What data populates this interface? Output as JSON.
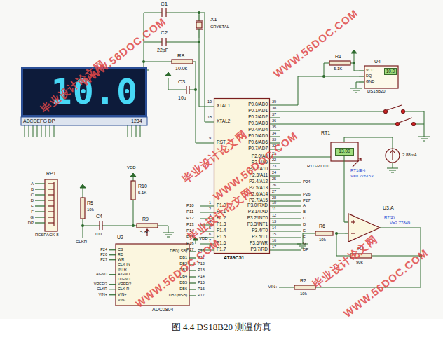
{
  "diagram": {
    "caption": "图 4.4 DS18B20 测温仿真",
    "nodes": [
      {
        "text": [
          "X1",
          "CRYSTAL"
        ]
      },
      {
        "text": [
          "U4",
          "DS18B20"
        ]
      },
      {
        "text": [
          "10.0"
        ],
        "in": 1
      },
      {
        "text": [
          "10.0"
        ]
      },
      {
        "text": [
          "AT89C51"
        ]
      },
      {
        "text": [
          "13.00"
        ]
      },
      {
        "text": [
          "RP1",
          "RESPACK-8"
        ]
      },
      {
        "text": [
          "U3:A"
        ]
      },
      {
        "text": [
          "U2",
          "ADC0804"
        ]
      }
    ],
    "edges": [
      {
        "from": 0,
        "to": 4,
        "arrow": "none"
      },
      {
        "from": 1,
        "to": 4,
        "arrow": "none"
      },
      {
        "from": 5,
        "to": 7,
        "arrow": "none"
      }
    ],
    "labels": [
      "C1",
      "C2",
      "22pF",
      "R8",
      "10.0k",
      "C3",
      "10u",
      "ABCDEFG DP",
      "1234",
      "XTAL1",
      "XTAL2",
      "RST",
      "P1.0",
      "P1.1",
      "P1.2",
      "P1.3",
      "P1.4",
      "P1.5",
      "P1.6",
      "P1.7",
      "P0.0/AD0",
      "P0.1/AD1",
      "P0.2/AD2",
      "P0.3/AD3",
      "P0.4/AD4",
      "P0.5/AD5",
      "P0.6/AD6",
      "P0.7/AD7",
      "P2.0/A8",
      "P2.1/A9",
      "P2.2/A10",
      "P2.3/A11",
      "P2.4/A12",
      "P2.5/A13",
      "P2.6/A14",
      "P2.7/A15",
      "P3.0/RXD",
      "P3.1/TXD",
      "P3.2/INT0",
      "P3.3/INT1",
      "P3.4/T0",
      "P3.5/T1",
      "P3.6/WR",
      "P3.7/RD",
      "19",
      "18",
      "9",
      "1",
      "2",
      "3",
      "4",
      "5",
      "6",
      "7",
      "8",
      "39",
      "38",
      "37",
      "36",
      "35",
      "34",
      "33",
      "32",
      "21",
      "22",
      "23",
      "24",
      "25",
      "26",
      "27",
      "28",
      "10",
      "11",
      "12",
      "13",
      "14",
      "15",
      "16",
      "17",
      "P10",
      "P11",
      "P12",
      "P13",
      "P14",
      "P15",
      "P16",
      "P17",
      "A",
      "B",
      "C",
      "D",
      "E",
      "F",
      "G",
      "DP",
      "P24",
      "P26",
      "P27",
      "VCC",
      "DQ",
      "GND",
      "R1",
      "5.1K",
      "RT1",
      "RTD-PT100",
      "2.88mA",
      "RT1(E-)",
      "V=0.276153",
      "R6",
      "10k",
      "R7(2)",
      "V=2.77849",
      "R7",
      "90k",
      "R2",
      "10k",
      "VIN+",
      "A",
      "B",
      "C",
      "D",
      "E",
      "F",
      "G",
      "DP",
      "R5",
      "10k",
      "C4",
      "10u",
      "CLKR",
      "VDD",
      "R10",
      "5.1K",
      "R9",
      "5.1k",
      "CS",
      "RD",
      "WR",
      "CLK IN",
      "INTR",
      "A GND",
      "D GND",
      "VREF/2",
      "CLK R",
      "VIN+",
      "VIN-",
      "DB0(LSB)",
      "DB1",
      "DB2",
      "DB3",
      "DB4",
      "DB5",
      "DB6",
      "DB7(MSB)",
      "P24",
      "P26",
      "P27",
      "AGND",
      "VREF/2",
      "CLKR",
      "VIN+",
      "P10",
      "P11",
      "P12",
      "P13",
      "P14",
      "P15",
      "P16",
      "P17",
      "VDD",
      "毕业设计论文网",
      "WWW.56DOC.COM",
      "WWW.56DOC.COM",
      "毕业设计论文网",
      "WWW.56DOC.COM",
      "毕业设计论文网",
      "WWW.56DOC.COM",
      "毕业设计论文网",
      "WWW.56DOC.COM"
    ]
  }
}
